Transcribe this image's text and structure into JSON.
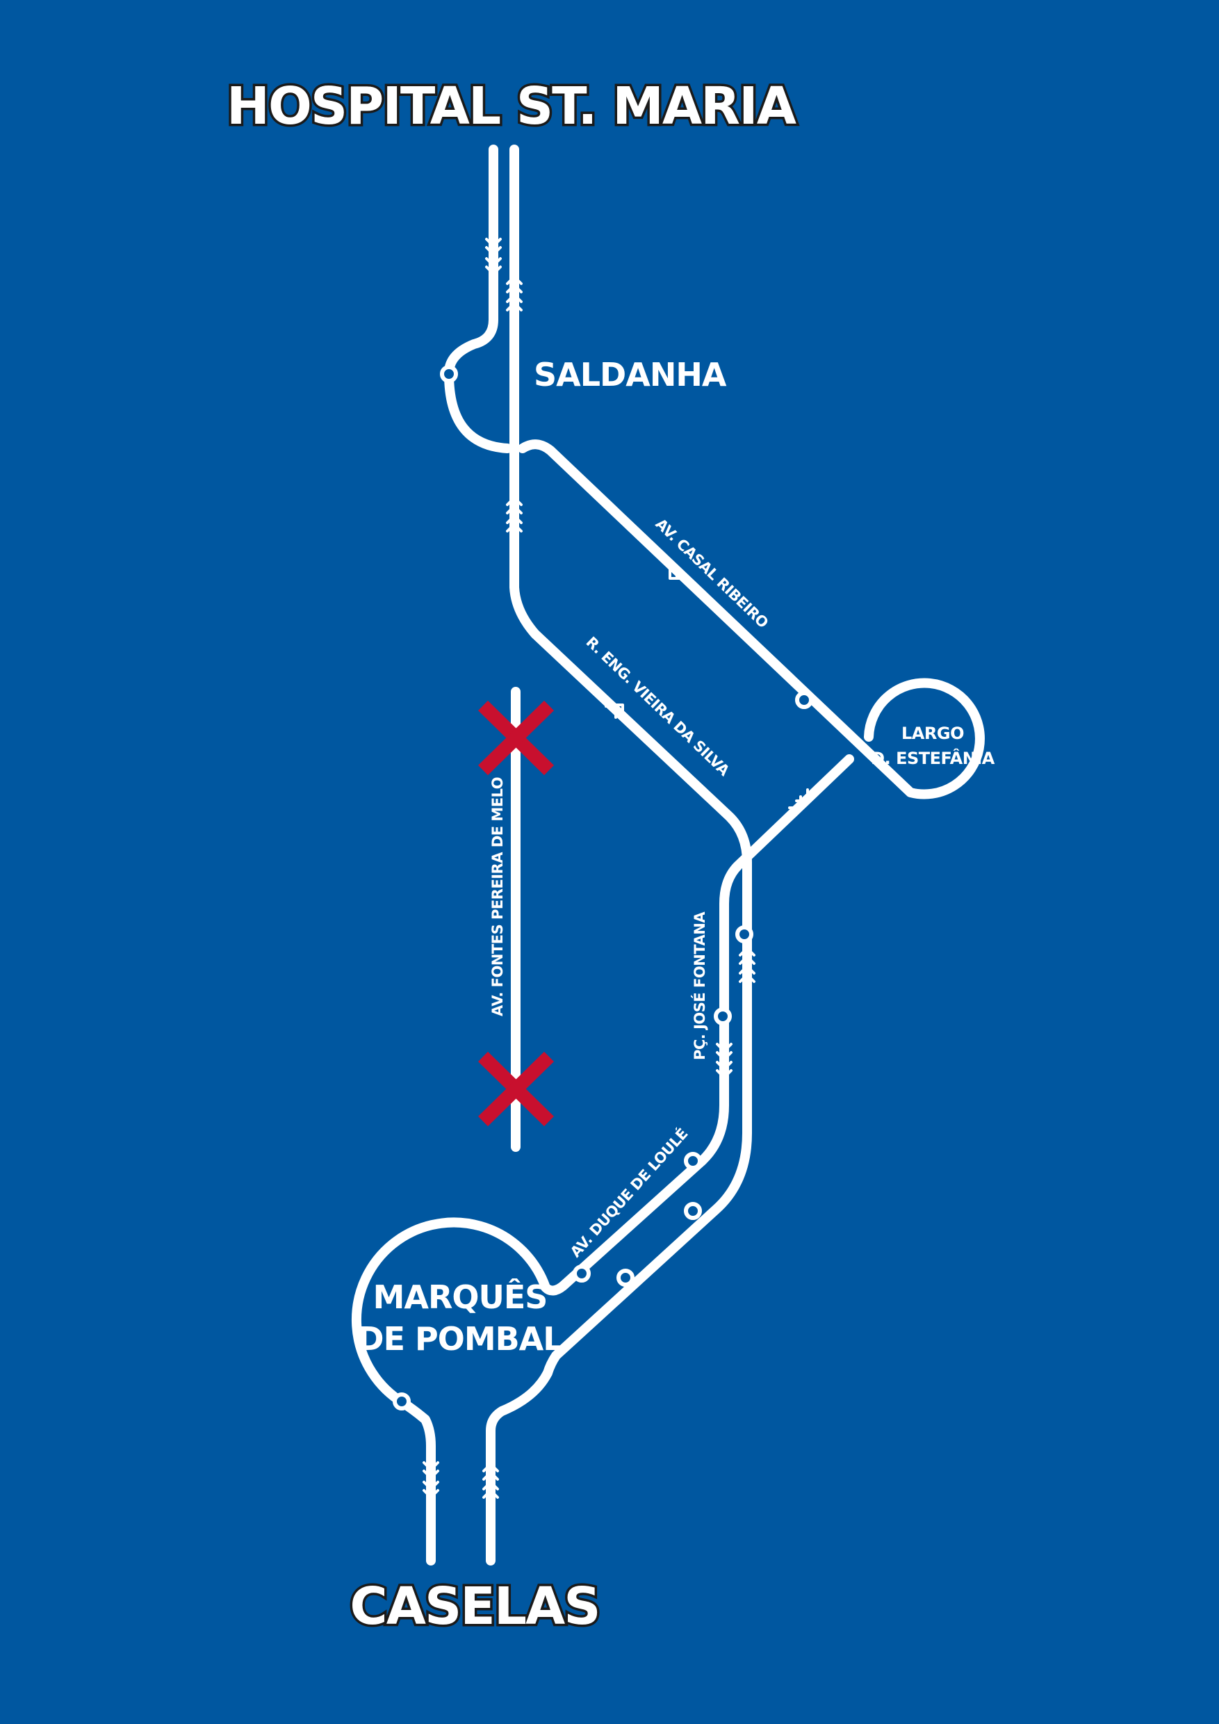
{
  "map": {
    "background_color": "#0057a0",
    "route_color": "#ffffff",
    "closed_marker_color": "#c8102e",
    "termini": {
      "north": "HOSPITAL ST. MARIA",
      "south": "CASELAS"
    },
    "areas": {
      "saldanha": "SALDANHA",
      "marques_line1": "MARQUÊS",
      "marques_line2": "DE POMBAL",
      "largo_line1": "LARGO",
      "largo_line2": "D. ESTEFÂNIA"
    },
    "streets": {
      "casal_ribeiro": "AV. CASAL RIBEIRO",
      "vieira_da_silva": "R. ENG. VIEIRA DA SILVA",
      "fontes_pereira_de_melo": "AV. FONTES PEREIRA DE MELO",
      "jose_fontana": "PÇ. JOSÉ FONTANA",
      "duque_de_loule": "AV. DUQUE DE LOULÉ"
    },
    "closed_road": {
      "name": "AV. FONTES PEREIRA DE MELO",
      "closure_markers": 2
    },
    "icons": [
      "direction-chevron-icon",
      "stop-icon",
      "closed-cross-icon"
    ]
  }
}
